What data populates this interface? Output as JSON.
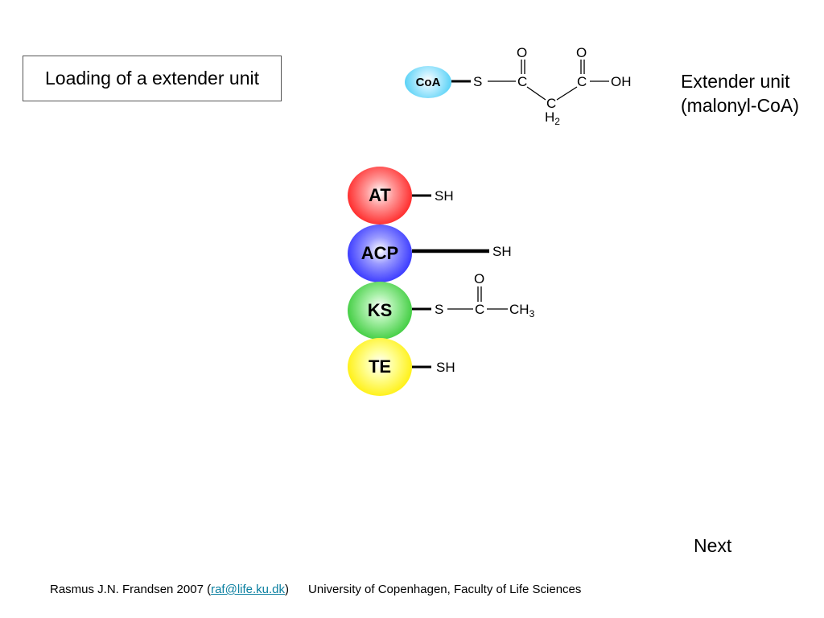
{
  "title": "Loading of a extender unit",
  "extender": {
    "line1": "Extender unit",
    "line2": "(malonyl-CoA)"
  },
  "malonyl_coa": {
    "coa": "CoA",
    "s": "S",
    "c1": "C",
    "o1": "O",
    "c2": "C",
    "h2": "H",
    "h2_sub": "2",
    "c3": "C",
    "o2": "O",
    "oh": "OH"
  },
  "domains": {
    "at": {
      "label": "AT",
      "thiol": "SH",
      "color": "#ff1a1a"
    },
    "acp": {
      "label": "ACP",
      "thiol": "SH",
      "color": "#2a2aff"
    },
    "ks": {
      "label": "KS",
      "s": "S",
      "c": "C",
      "o": "O",
      "ch3": "CH",
      "ch3_sub": "3",
      "color": "#33c833"
    },
    "te": {
      "label": "TE",
      "thiol": "SH",
      "color": "#ffee00"
    }
  },
  "next_label": "Next",
  "footer": {
    "author": "Rasmus J.N. Frandsen 2007 (",
    "email": "raf@life.ku.dk",
    "close": ")",
    "institution": "University of Copenhagen, Faculty of Life Sciences"
  },
  "colors": {
    "coa": "#4fcff5",
    "link": "#0a7fa0"
  }
}
